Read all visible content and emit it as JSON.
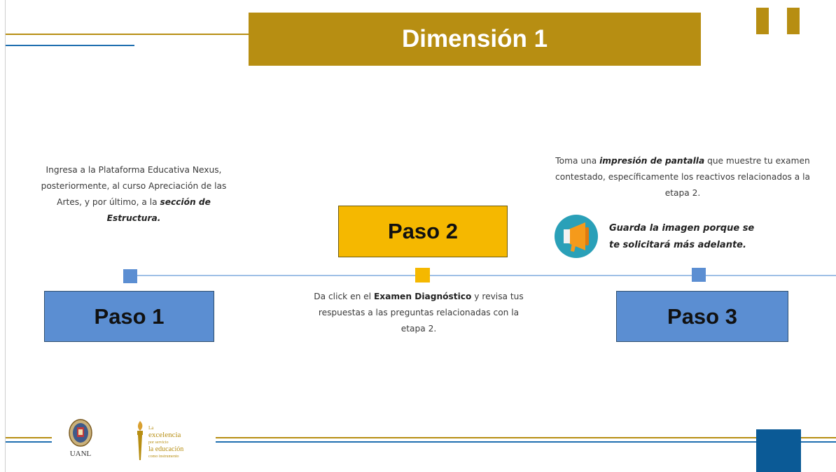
{
  "header": {
    "title": "Dimensión 1"
  },
  "steps": {
    "step1": {
      "label": "Paso 1",
      "text_a": "Ingresa a la Plataforma Educativa Nexus, posteriormente, al curso Apreciación de las Artes, y por último, a la ",
      "text_b": "sección de Estructura."
    },
    "step2": {
      "label": "Paso 2",
      "text_a": "Da click en el ",
      "text_b": "Examen Diagnóstico",
      "text_c": " y revisa tus respuestas a las preguntas relacionadas con la etapa 2."
    },
    "step3": {
      "label": "Paso 3",
      "text_a": "Toma una ",
      "text_b": "impresión de pantalla",
      "text_c": " que muestre tu examen contestado, específicamente los reactivos relacionados a la etapa 2.",
      "note": "Guarda la imagen porque se te solicitará más adelante."
    }
  },
  "footer": {
    "uanl_label": "UANL",
    "excellence_line1": "La",
    "excellence_line2": "excelencia",
    "excellence_line3": "por servicio",
    "excellence_line4": "la educación",
    "excellence_line5": "como instrumento"
  },
  "colors": {
    "gold": "#b78e12",
    "blue": "#5b8ed2",
    "yellow": "#f5b800",
    "navy": "#0b5a96"
  },
  "icons": [
    "pause-icon",
    "megaphone-icon",
    "uanl-seal-icon",
    "torch-icon"
  ]
}
